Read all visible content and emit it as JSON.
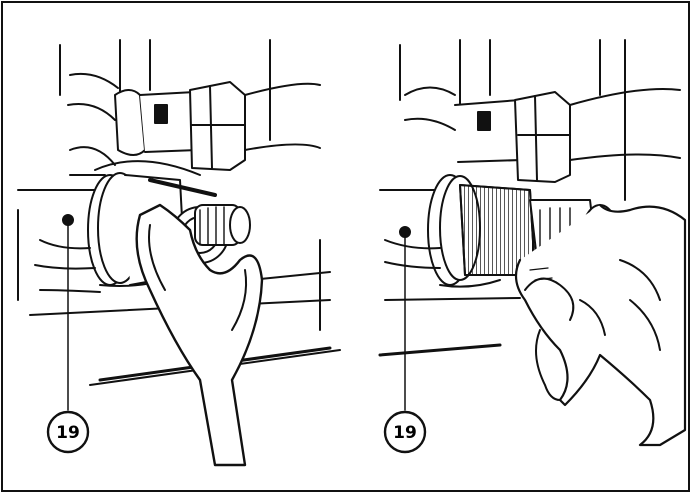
{
  "figure": {
    "panels": [
      {
        "id": "left",
        "callout": "19"
      },
      {
        "id": "right",
        "callout": "19"
      }
    ]
  },
  "colors": {
    "ink": "#111111",
    "paper": "#ffffff",
    "shade": "#444444"
  }
}
